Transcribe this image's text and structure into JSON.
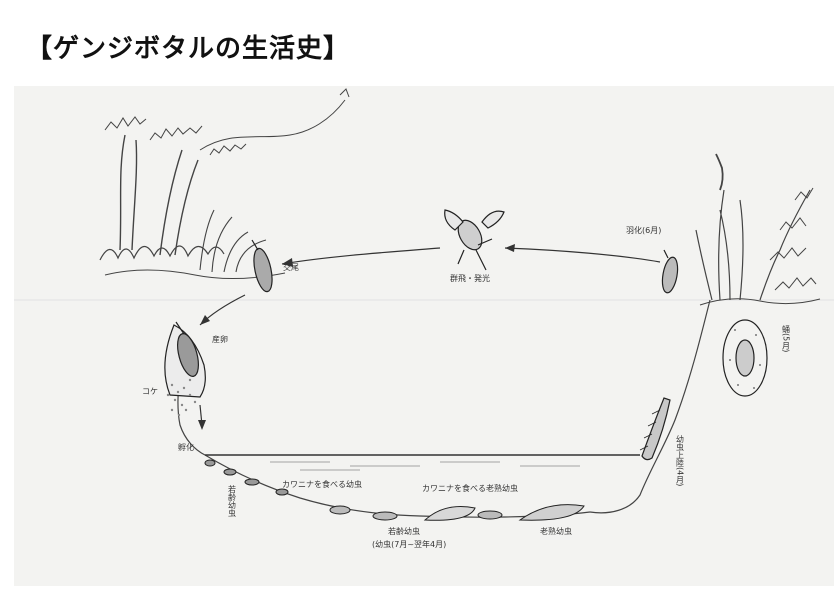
{
  "title": "【ゲンジボタルの生活史】",
  "labels": {
    "emergence": "羽化(6月)",
    "flight": "群飛・発光",
    "mating": "交尾",
    "egg_laying": "産卵",
    "moss": "コケ",
    "hatching": "孵化",
    "young_larva": "若齢幼虫",
    "larva_eating_snails": "カワニナを食べる幼虫",
    "larva_eating_snails_grown": "カワニナを食べる老熟幼虫",
    "larva_stage": "若齢幼虫",
    "larva_period": "(幼虫(7月~翌年4月)",
    "mature_larva": "老熟幼虫",
    "landing": "幼虫上陸(4月)",
    "pupa": "蛹(5月)"
  }
}
